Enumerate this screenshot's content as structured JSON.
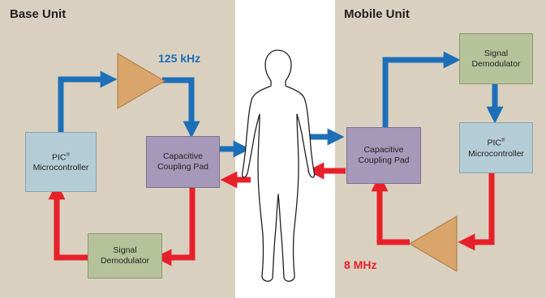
{
  "base_unit": {
    "title": "Base Unit",
    "frequency": "125 kHz",
    "pic": {
      "line1": "PIC",
      "sup": "®",
      "line2": "Microcontroller"
    },
    "coupling_pad": {
      "line1": "Capacitive",
      "line2": "Coupling Pad"
    },
    "demodulator": {
      "line1": "Signal",
      "line2": "Demodulator"
    }
  },
  "mobile_unit": {
    "title": "Mobile Unit",
    "frequency": "8 MHz",
    "pic": {
      "line1": "PIC",
      "sup": "®",
      "line2": "Microcontroller"
    },
    "coupling_pad": {
      "line1": "Capacitive",
      "line2": "Coupling Pad"
    },
    "demodulator": {
      "line1": "Signal",
      "line2": "Demodulator"
    }
  },
  "colors": {
    "panel": "#d9d0c0",
    "blue_arrow": "#1d6fb8",
    "red_arrow": "#e8202a",
    "amplifier": "#d9a56b",
    "pic_box": "#b4ccd6",
    "coupling_box": "#a698b8",
    "demodulator_box": "#b5c29a"
  }
}
